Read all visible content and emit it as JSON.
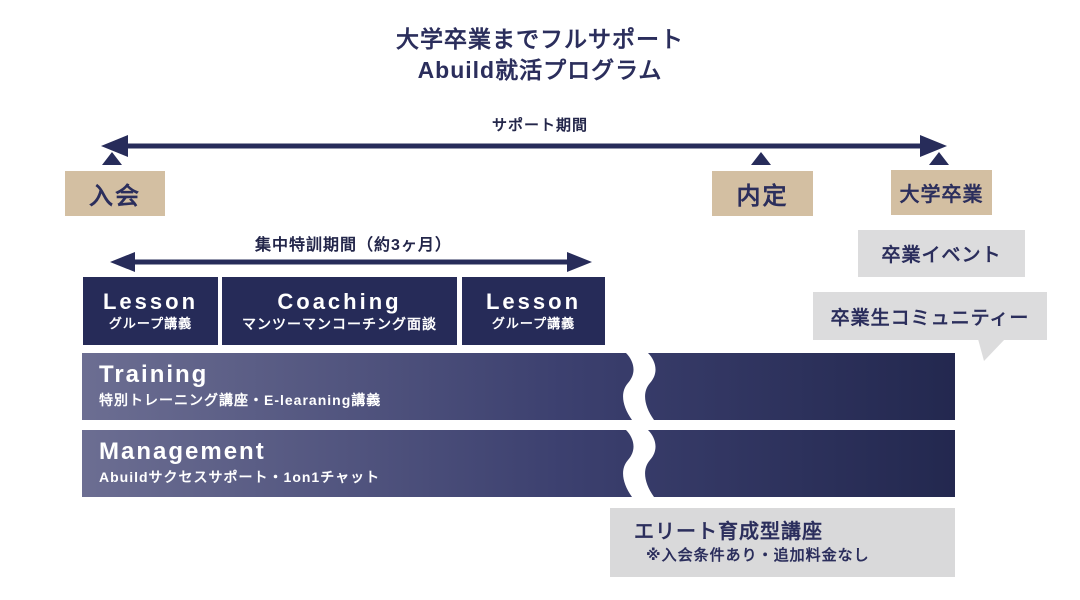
{
  "title": {
    "line1": "大学卒業までフルサポート",
    "line2": "Abuild就活プログラム"
  },
  "support": {
    "label": "サポート期間"
  },
  "intensive": {
    "label": "集中特訓期間（約3ヶ月）"
  },
  "milestones": {
    "join": "入会",
    "offer": "内定",
    "graduation": "大学卒業"
  },
  "graduation_extras": {
    "event": "卒業イベント",
    "community": "卒業生コミュニティー"
  },
  "phases": [
    {
      "title": "Lesson",
      "subtitle": "グループ講義"
    },
    {
      "title": "Coaching",
      "subtitle": "マンツーマンコーチング面談"
    },
    {
      "title": "Lesson",
      "subtitle": "グループ講義"
    }
  ],
  "bars": [
    {
      "title": "Training",
      "subtitle": "特別トレーニング講座・E-learaning講義"
    },
    {
      "title": "Management",
      "subtitle": "Abuildサクセスサポート・1on1チャット"
    }
  ],
  "elite": {
    "title": "エリート育成型講座",
    "note": "※入会条件あり・追加料金なし"
  },
  "colors": {
    "navy_text": "#2b2e5c",
    "arrow_navy": "#272c5a",
    "phase_box_navy": "#262b58",
    "milestone_beige": "#d3bfa2",
    "gray_box": "#dcdcdd",
    "elite_gray": "#d9d9da",
    "bar_gradient_start": "#6c6e92",
    "bar_gradient_mid": "#3c406f",
    "bar_gradient_end": "#23284f"
  }
}
